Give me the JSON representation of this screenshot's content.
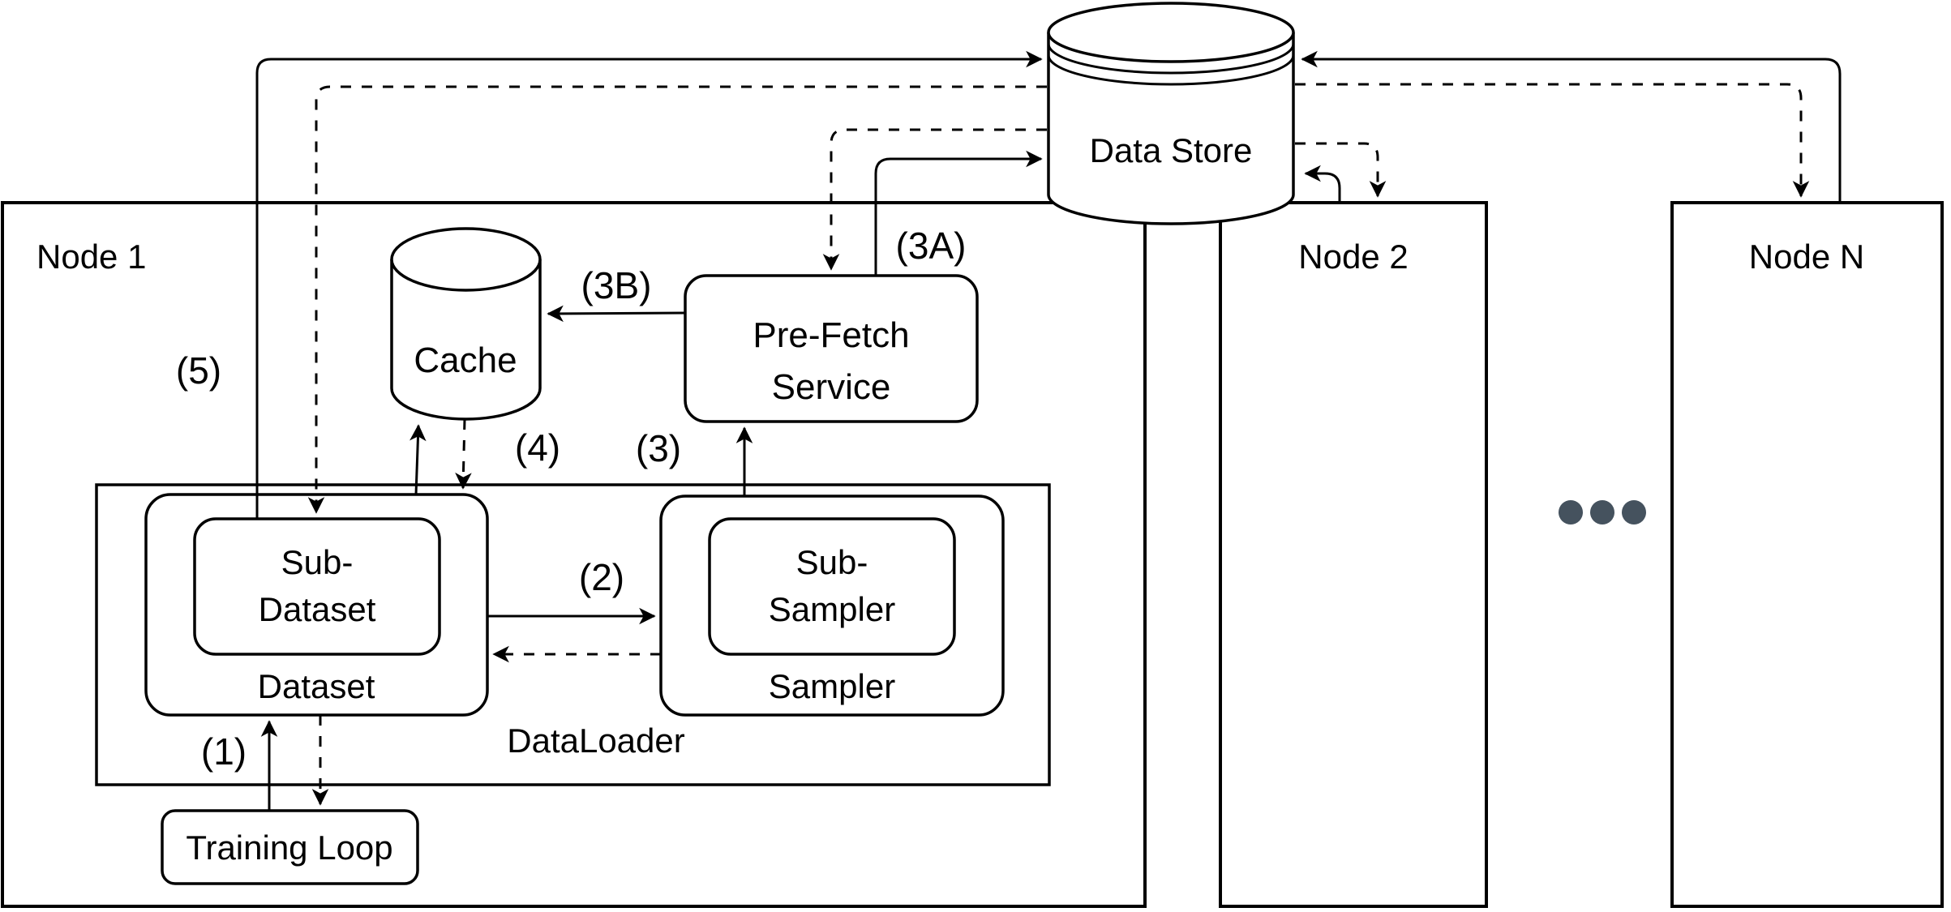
{
  "labels": {
    "data_store": "Data Store",
    "cache": "Cache",
    "prefetch_line1": "Pre-Fetch",
    "prefetch_line2": "Service",
    "node1": "Node 1",
    "node2": "Node 2",
    "nodeN": "Node N",
    "dataloader": "DataLoader",
    "dataset": "Dataset",
    "sub_dataset_line1": "Sub-",
    "sub_dataset_line2": "Dataset",
    "sampler": "Sampler",
    "sub_sampler_line1": "Sub-",
    "sub_sampler_line2": "Sampler",
    "training_loop": "Training Loop"
  },
  "steps": {
    "s1": "(1)",
    "s2": "(2)",
    "s3": "(3)",
    "s3a": "(3A)",
    "s3b": "(3B)",
    "s4": "(4)",
    "s5": "(5)"
  },
  "colors": {
    "stroke": "#000000",
    "background": "#ffffff",
    "ellipsis_dots": "#45525e"
  },
  "ellipsis": {
    "dot_count": 3
  },
  "edges": [
    {
      "label": "(1)",
      "from": "training-loop",
      "to": "dataset",
      "style": "solid"
    },
    {
      "label": "",
      "from": "dataset",
      "to": "training-loop",
      "style": "dashed"
    },
    {
      "label": "(2)",
      "from": "dataset",
      "to": "sampler",
      "style": "solid"
    },
    {
      "label": "",
      "from": "sampler",
      "to": "dataset",
      "style": "dashed"
    },
    {
      "label": "(3)",
      "from": "sampler",
      "to": "pre-fetch-service",
      "style": "solid"
    },
    {
      "label": "(3A)",
      "from": "pre-fetch-service",
      "to": "data-store",
      "style": "solid"
    },
    {
      "label": "",
      "from": "data-store",
      "to": "pre-fetch-service",
      "style": "dashed"
    },
    {
      "label": "(3B)",
      "from": "pre-fetch-service",
      "to": "cache",
      "style": "solid"
    },
    {
      "label": "(4)",
      "from": "dataset",
      "to": "cache",
      "style": "solid"
    },
    {
      "label": "",
      "from": "cache",
      "to": "dataset",
      "style": "dashed"
    },
    {
      "label": "(5)",
      "from": "sub-dataset",
      "to": "data-store",
      "style": "solid"
    },
    {
      "label": "",
      "from": "data-store",
      "to": "sub-dataset",
      "style": "dashed"
    },
    {
      "label": "",
      "from": "node-2",
      "to": "data-store",
      "style": "solid"
    },
    {
      "label": "",
      "from": "data-store",
      "to": "node-2",
      "style": "dashed"
    },
    {
      "label": "",
      "from": "node-n",
      "to": "data-store",
      "style": "solid"
    },
    {
      "label": "",
      "from": "data-store",
      "to": "node-n",
      "style": "dashed"
    }
  ]
}
